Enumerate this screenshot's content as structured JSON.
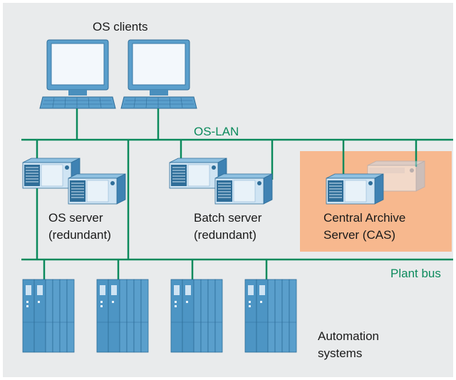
{
  "labels": {
    "os_clients": "OS clients",
    "os_lan": "OS-LAN",
    "os_server_line1": "OS server",
    "os_server_line2": "(redundant)",
    "batch_server_line1": "Batch server",
    "batch_server_line2": "(redundant)",
    "cas_line1": "Central Archive",
    "cas_line2": "Server (CAS)",
    "plant_bus": "Plant bus",
    "automation_line1": "Automation",
    "automation_line2": "systems"
  },
  "colors": {
    "network_line": "#0b8a5c",
    "cas_highlight": "#f7b88e",
    "device_blue": "#4d95c4",
    "background": "#e9ebec"
  },
  "icons": {
    "client": "desktop-computer-icon",
    "server": "rack-server-icon",
    "automation": "plc-rack-icon"
  }
}
